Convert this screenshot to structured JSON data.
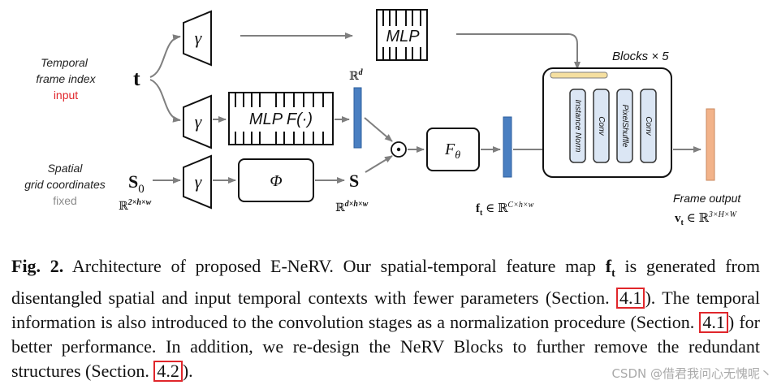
{
  "diagram": {
    "temporal_label_line1": "Temporal",
    "temporal_label_line2": "frame index",
    "temporal_label_line3": "input",
    "t_symbol": "t",
    "spatial_label_line1": "Spatial",
    "spatial_label_line2": "grid coordinates",
    "spatial_label_line3": "fixed",
    "s0_symbol": "S",
    "s0_sub": "0",
    "s0_space": "ℝ",
    "s0_space_sup": "2×h×w",
    "gamma": "γ",
    "mlp_top": "MLP",
    "mlp_f": "MLP F(·)",
    "phi": "Φ",
    "s_symbol": "S",
    "s_space": "ℝ",
    "s_space_sup": "d×h×w",
    "rd": "ℝ",
    "rd_sup": "d",
    "odot": "⊙",
    "f_theta": "F",
    "f_theta_sub": "θ",
    "ft_symbol": "f",
    "ft_sub": "t",
    "ft_in": " ∈ ℝ",
    "ft_sup": "C×h×w",
    "blocks_label": "Blocks × 5",
    "block_items": [
      "Instance Norm",
      "Conv",
      "PixelShuffle",
      "Conv"
    ],
    "frame_output": "Frame output",
    "vt_symbol": "v",
    "vt_sub": "t",
    "vt_in": " ∈ ℝ",
    "vt_sup": "3×H×W",
    "colors": {
      "blue_bar": "#4a7fc1",
      "orange_bar": "#f2b38a",
      "yellow_bar": "#f5dfa0",
      "block_fill": "#dbe6f4",
      "input_red": "#e0262b",
      "fixed_gray": "#8c8c8c",
      "arrow_gray": "#7f7f7f"
    }
  },
  "caption": {
    "fig_label": "Fig. 2.",
    "part1": " Architecture of proposed E-NeRV. Our spatial-temporal feature map ",
    "ft": "f",
    "ft_sub": "t",
    "part2": " is generated from disentangled spatial and input temporal contexts with fewer parameters (Section. ",
    "ref1": "4.1",
    "part3": "). The temporal information is also introduced to the convolution stages as a normalization procedure (Section. ",
    "ref2": "4.1",
    "part4": ") for better performance. In addition, we re-design the NeRV Blocks to further remove the redundant structures (Section. ",
    "ref3": "4.2",
    "part5": ")."
  },
  "watermark": "CSDN @借君我问心无愧呢丶"
}
